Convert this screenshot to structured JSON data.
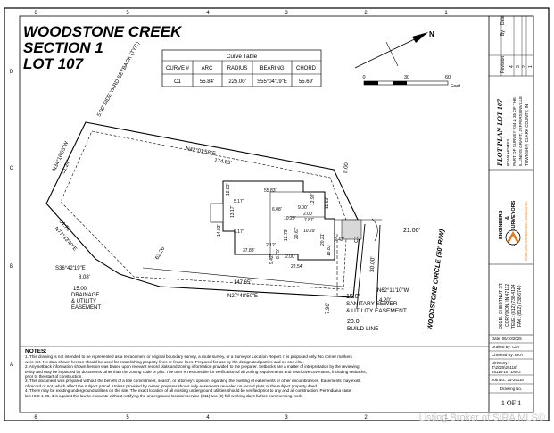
{
  "title": {
    "line1": "WOODSTONE CREEK",
    "line2": "SECTION 1",
    "line3": "LOT 107"
  },
  "curve_table": {
    "caption": "Curve Table",
    "headers": [
      "CURVE #",
      "ARC",
      "RADIUS",
      "BEARING",
      "CHORD"
    ],
    "row": [
      "C1",
      "55.84'",
      "225.00'",
      "S55°04'19\"E",
      "55.69'"
    ]
  },
  "scale": {
    "ticks": [
      "0",
      "30",
      "60"
    ],
    "unit": "Feet",
    "north": "N"
  },
  "grid": {
    "top": [
      "6",
      "5",
      "4",
      "3",
      "2",
      "1"
    ],
    "left": [
      "D",
      "C",
      "B",
      "A"
    ]
  },
  "plan": {
    "setback_side": "5.00' SIDE YARD SETBACK (TYP.)",
    "n42": "N42°01'58\"E",
    "len_174": "174.55'",
    "dim_8_top": "8.00'",
    "n34": "N34°16'03\"W",
    "len_5124": "51.24'",
    "len_6476": "64.76'",
    "n77": "N77°43'40\"E",
    "len_6226": "62.26'",
    "s36": "S36°42'19\"E",
    "len_808": "8.08'",
    "drainage": "15.00' DRAINAGE & UTILITY EASEMENT",
    "len_14765": "147.65'",
    "n27": "N27°48'50\"E",
    "road": "WOODSTONE CIRCLE (50' R/W)",
    "dim_21": "21.00'",
    "dim_3000": "30.00'",
    "c1": "C1",
    "n62": "N62°11'10\"W",
    "dim_420": "4.20'",
    "sewer": "15.0' SANITARY SEWER & UTILITY EASEMENT",
    "dim_796": "7.96'",
    "build": "20.0' BUILD LINE",
    "house": {
      "d5583": "55.83'",
      "d1283": "12.83'",
      "d517a": "5.17'",
      "d1317": "13.17'",
      "d1483": "14.83'",
      "d517b": "5.17'",
      "d608": "6.08'",
      "d900": "9.00'",
      "d1292": "12.92'",
      "d1029a": "10.29'",
      "d200a": "2.00'",
      "d787": "7.87'",
      "d2067": "20.67'",
      "d1163": "11.63'",
      "d2021": "20.21'",
      "d1029b": "10.29'",
      "d242": "2.42'",
      "d1279": "12.79'",
      "d212": "2.12'",
      "d3788": "37.88'",
      "d942": "9.42'",
      "d875": "8.75'",
      "d200b": "2.00'",
      "d2254": "22.54'",
      "d1883": "18.83'"
    }
  },
  "title_block": {
    "plot_plan": "PLOT PLAN LOT 107",
    "client": "RYAN HOMES",
    "part_of": "PART OF SURVEY #34 & 35 OF THE",
    "grant": "ILLINOIS GRANT, JEFFERSONVILLE",
    "township": "TOWNSHIP, CLARK COUNTY, IN.",
    "firm1": "ENGINEERS",
    "firm2": "&",
    "firm3": "LAND SURVEYORS",
    "logo_text": "HEARTLAND ENGINEERING & ASSOCIATES",
    "address1": "301 E. CHESTNUT ST.",
    "address2": "CORYDON, IN 47112",
    "phone": "TELE: (812) 738-4124",
    "fax": "FAX: (812) 738-6740",
    "revision_label": "Revision",
    "by_label": "By",
    "date_label": "Date",
    "revisions": [
      "4",
      "3",
      "2",
      "1"
    ],
    "date": "Date: 06/10/2025",
    "drafted": "Drafted By: CDT",
    "checked": "Checked By: BKA",
    "directory_label": "Directory:",
    "directory_value": "T:\\2025\\25116\\",
    "file": "25116-107.DWG",
    "job": "Job No.: 25-25116",
    "drawing_label": "Drawing No.",
    "drawing_value": "1 OF 1"
  },
  "notes": {
    "title": "NOTES:",
    "lines": [
      "1.   This drawing is not intended to be represented as a retracement or original boundary survey, a route survey, or a Surveyor Location Report. It is proposed only.  No corner markers",
      "were set.  No data shown hereon should be used for establishing property lines or fence lines.  Prepared for use by the designated parties and no one else.",
      "2.   Any setback information shown hereon was based upon relevant record plats and zoning information provided to the preparer.  Setbacks are a matter of interpretation by the reviewing",
      "entity and may be impacted by documents other than the zoning code or plat.  The user is responsible for verification of all zoning requirements and restrictive covenants, including setbacks,",
      "prior to the start of construction.",
      "3.   This document was prepared without the benefit of a title commitment, search, or attorney's opinion regarding the existing of easements or other encumbrances.  Easements may exist,",
      "of record or not, which affect the subject parcel.  Unless provided by owner, preparer shows only easements revealed on record plats or the subject property deed.",
      "4.   There may be existing underground utilities on the site.  The exact location of all existing underground utilities should be verified prior to any and all construction.  Per Indiana state",
      "law IC 8-1-26, it is against the law to excavate without notifying the underground location service (811) two (2) full working days before commencing work."
    ]
  },
  "watermark": "Listing Broker of SIRA MLS©"
}
